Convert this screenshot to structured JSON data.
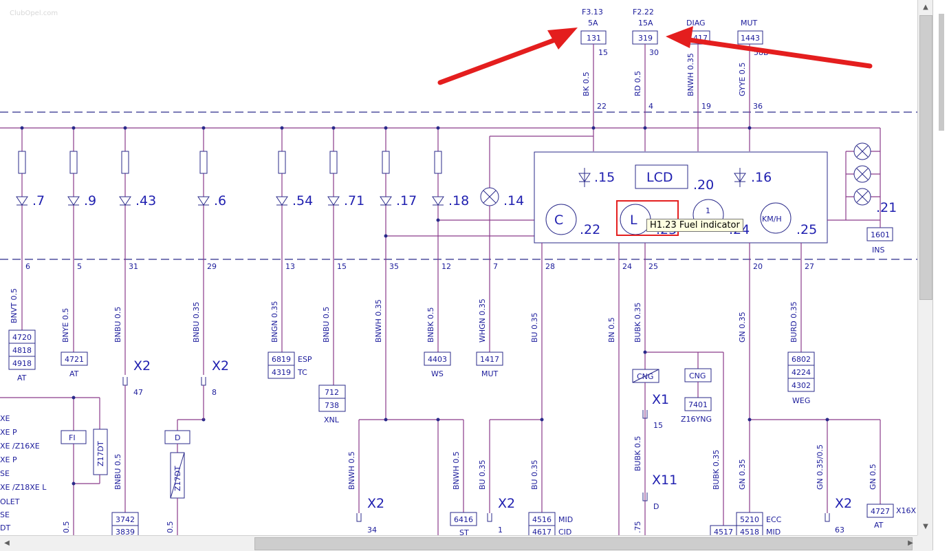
{
  "watermark": "ClubOpel.com",
  "tooltip": {
    "text": "H1.23 Fuel indicator"
  },
  "fuses": [
    {
      "name": "F3.13",
      "amp": "5A",
      "box": "131",
      "pin": "15"
    },
    {
      "name": "F2.22",
      "amp": "15A",
      "box": "319",
      "pin": "30"
    },
    {
      "name": "DIAG",
      "box": "1417",
      "pin": ""
    },
    {
      "name": "MUT",
      "box": "1443",
      "pin": "58B"
    }
  ],
  "top_wires": [
    {
      "label": "BK 0.5",
      "pin": "22"
    },
    {
      "label": "RD 0.5",
      "pin": "4"
    },
    {
      "label": "BNWH 0.35",
      "pin": "19"
    },
    {
      "label": "GYYE 0.5",
      "pin": "36"
    }
  ],
  "indicators": [
    ".7",
    ".9",
    ".43",
    ".6",
    ".54",
    ".71",
    ".17",
    ".18",
    ".14"
  ],
  "cluster": {
    "lcd": "LCD",
    "d15": ".15",
    "lcd_num": ".20",
    "d16": ".16",
    "c": "C",
    "c_num": ".22",
    "l": "L",
    "l_num": ".23",
    "mid": "1",
    "mid_num": ".24",
    "kmh": "KM/H",
    "kmh_num": ".25",
    "lamps_num": ".21"
  },
  "ins": {
    "box": "1601",
    "label": "INS"
  },
  "bottom_pins": [
    "6",
    "5",
    "31",
    "29",
    "13",
    "15",
    "35",
    "12",
    "7",
    "28",
    "24",
    "25",
    "20",
    "27"
  ],
  "wire_labels": [
    "BNVT 0.5",
    "BNYE 0.5",
    "BNBU 0.5",
    "BNBU 0.35",
    "BNGN 0.35",
    "BNBU 0.5",
    "BNWH 0.35",
    "BNBK 0.5",
    "WHGN 0.35",
    "BU 0.35",
    "BN 0.5",
    "BUBK 0.35",
    "GN 0.35",
    "BURD 0.35"
  ],
  "conn_at1": {
    "boxes": [
      "4720",
      "4818",
      "4918"
    ],
    "label": "AT"
  },
  "conn_at2": {
    "boxes": [
      "4721"
    ],
    "label": "AT"
  },
  "conn_esp": {
    "boxes": [
      "6819",
      "4319"
    ],
    "labels": [
      "ESP",
      "TC"
    ]
  },
  "conn_xnl": {
    "boxes": [
      "712",
      "738"
    ],
    "label": "XNL"
  },
  "conn_ws": {
    "boxes": [
      "4403"
    ],
    "label": "WS"
  },
  "conn_mut": {
    "boxes": [
      "1417"
    ],
    "label": "MUT"
  },
  "conn_weg": {
    "boxes": [
      "6802",
      "4224",
      "4302"
    ],
    "label": "WEG"
  },
  "cng": {
    "a": "CNG",
    "b": "CNG",
    "box": "7401",
    "label": "Z16YNG"
  },
  "x2": "X2",
  "x1": "X1",
  "x11": "X11",
  "x_pins": {
    "p47": "47",
    "p8": "8",
    "p15": "15",
    "pD": "D",
    "p34": "34",
    "p1": "1",
    "p63": "63"
  },
  "left_list": [
    "XE",
    "XE P",
    "XE /Z16XE",
    "XE P",
    "SE",
    "XE /Z18XE L",
    "OLET",
    "SE",
    "DT"
  ],
  "fi": "FI",
  "z17dt": "Z17DT",
  "d_box": "D",
  "z17dt2": "Z17DT",
  "lower_wires": [
    "BNBU 0.5",
    "BNWH 0.5",
    "BNWH 0.5",
    "BU 0.35",
    "BU 0.35",
    "BUBK 0.5",
    "BUBK 0.35",
    "GN 0.35",
    "GN 0.35/0.5",
    "GN 0.5"
  ],
  "bottom_boxes": {
    "b3742": "3742",
    "b3839": "3839",
    "b6416": "6416",
    "st": "ST",
    "b4516": "4516",
    "mid": "MID",
    "b4617": "4617",
    "cid": "CID",
    "b4517": "4517",
    "b5210": "5210",
    "ecc": "ECC",
    "b4518": "4518",
    "mid2": "MID",
    "b4727": "4727",
    "at": "AT",
    "x16x": "X16X"
  },
  "small_nums": [
    "0.5",
    "0.5",
    ".75"
  ]
}
